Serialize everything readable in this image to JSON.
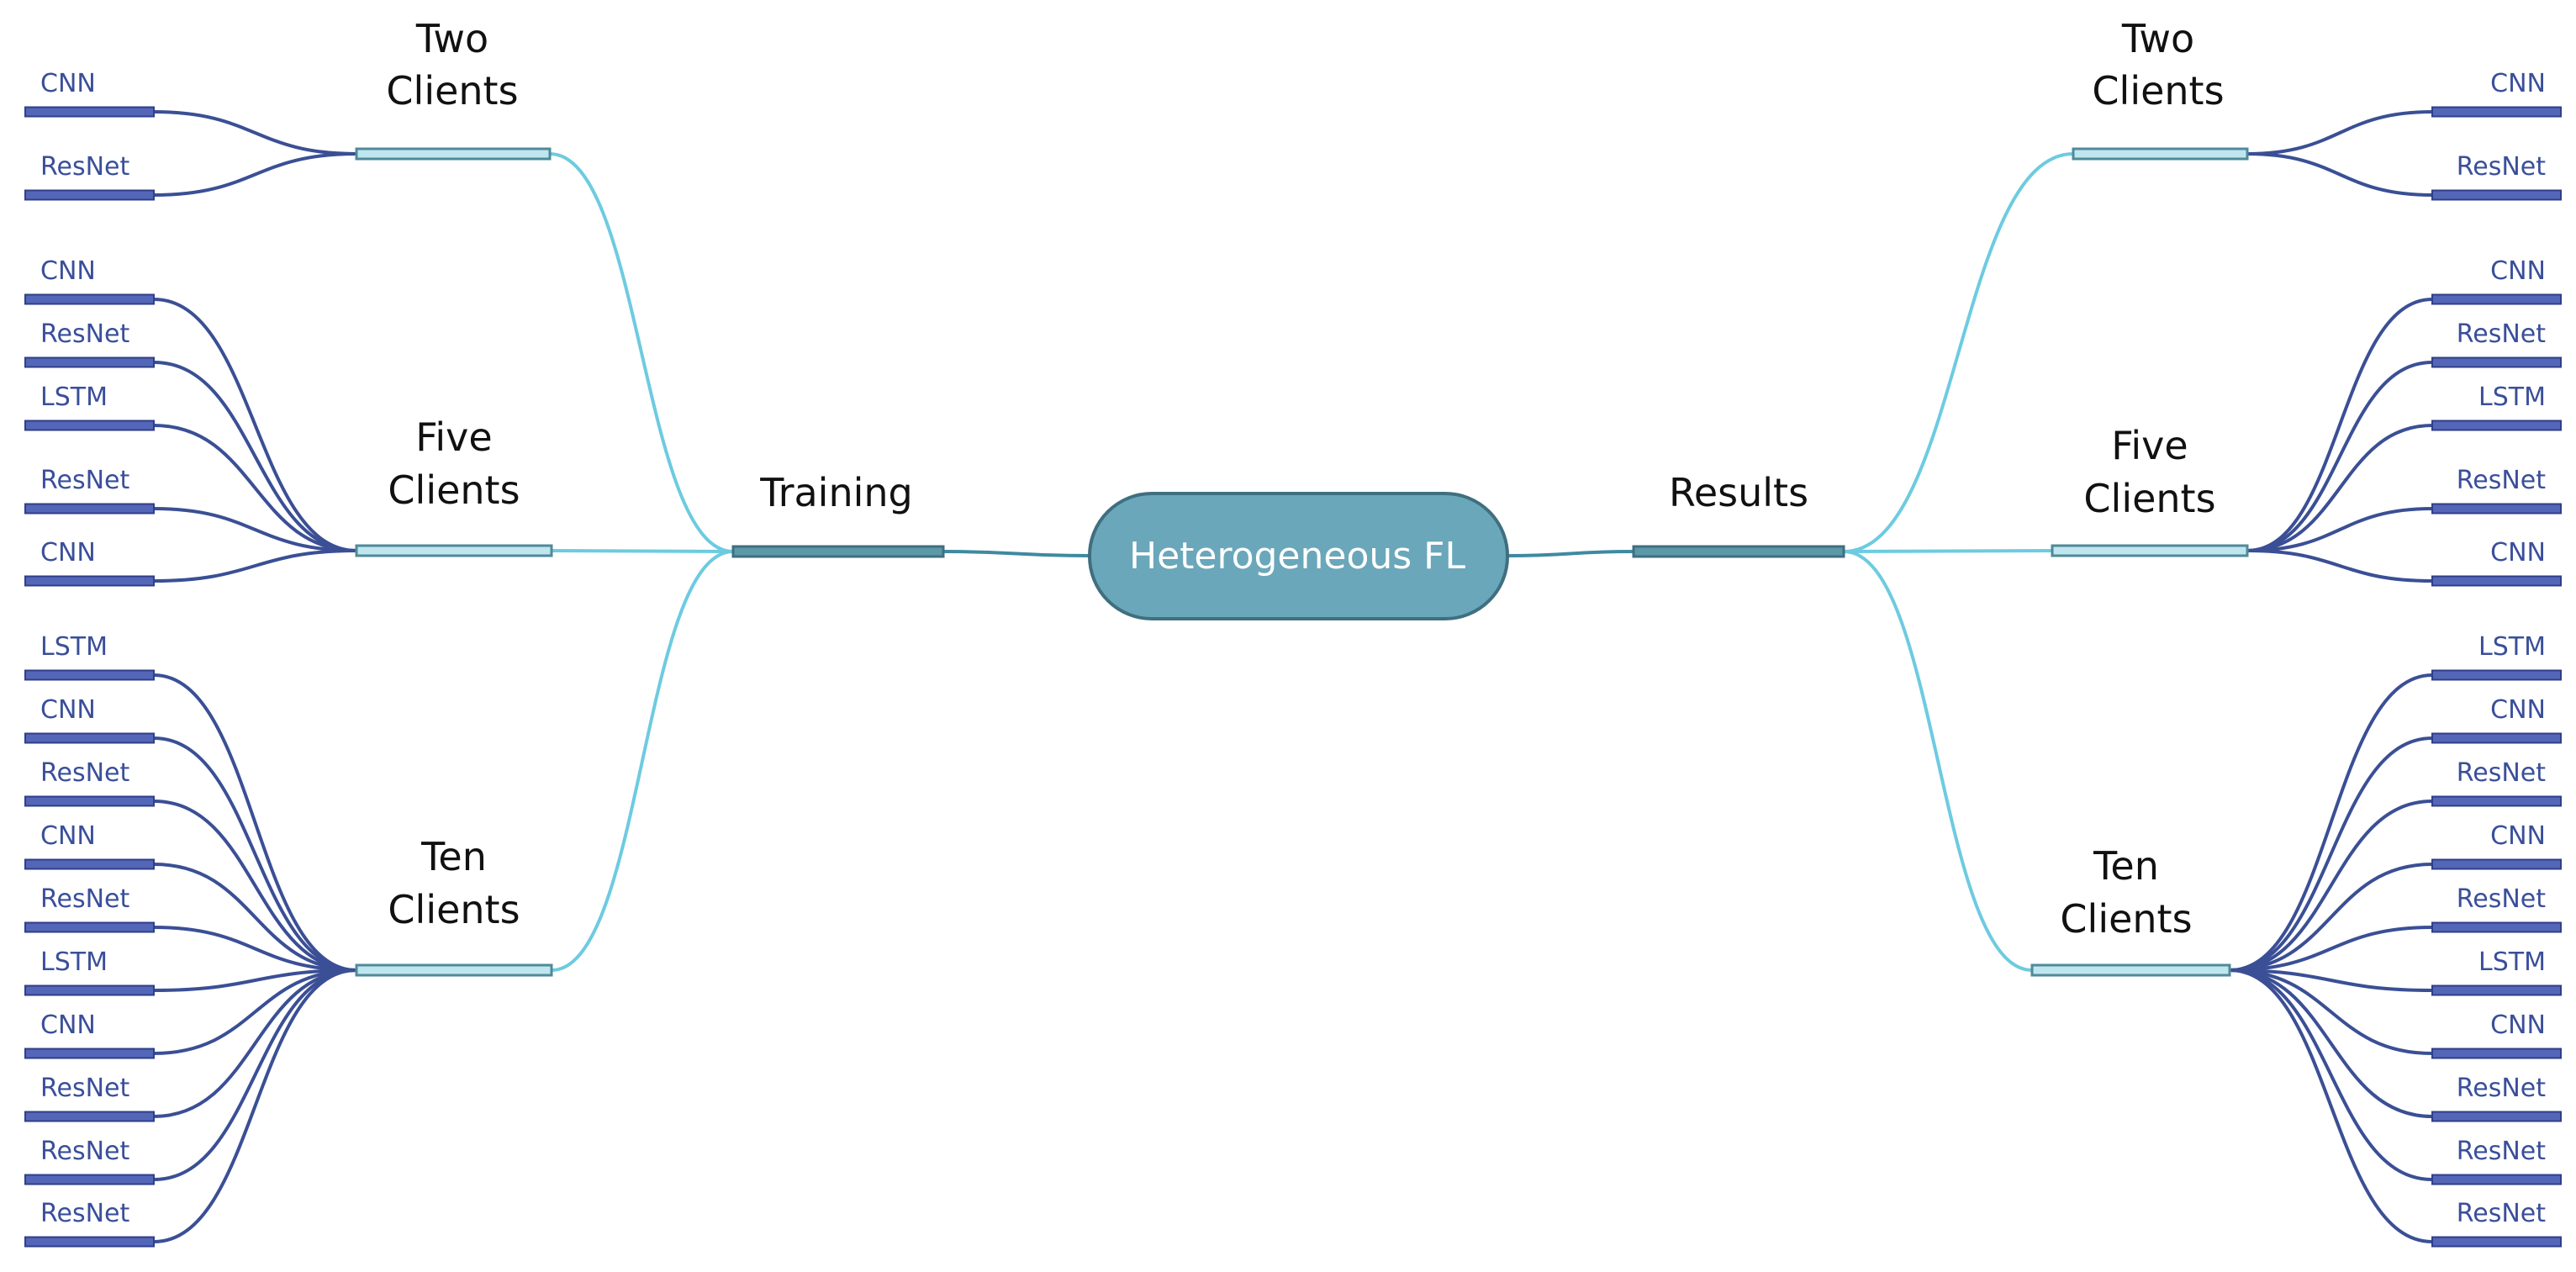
{
  "diagram": {
    "center": "Heterogeneous FL",
    "branches": [
      {
        "label": "Training",
        "groups": [
          {
            "label": [
              "Two",
              "Clients"
            ],
            "leaves": [
              "CNN",
              "ResNet"
            ]
          },
          {
            "label": [
              "Five",
              "Clients"
            ],
            "leaves": [
              "CNN",
              "ResNet",
              "LSTM",
              "ResNet",
              "CNN"
            ]
          },
          {
            "label": [
              "Ten",
              "Clients"
            ],
            "leaves": [
              "LSTM",
              "CNN",
              "ResNet",
              "CNN",
              "ResNet",
              "LSTM",
              "CNN",
              "ResNet",
              "ResNet",
              "ResNet"
            ]
          }
        ]
      },
      {
        "label": "Results",
        "groups": [
          {
            "label": [
              "Two",
              "Clients"
            ],
            "leaves": [
              "CNN",
              "ResNet"
            ]
          },
          {
            "label": [
              "Five",
              "Clients"
            ],
            "leaves": [
              "CNN",
              "ResNet",
              "LSTM",
              "ResNet",
              "CNN"
            ]
          },
          {
            "label": [
              "Ten",
              "Clients"
            ],
            "leaves": [
              "LSTM",
              "CNN",
              "ResNet",
              "CNN",
              "ResNet",
              "LSTM",
              "CNN",
              "ResNet",
              "ResNet",
              "ResNet"
            ]
          }
        ]
      }
    ]
  },
  "colors": {
    "center_fill": "#6aa7ba",
    "center_stroke": "#3f6f80",
    "branch_bar": "#5b98a8",
    "branch_link": "#3e8aa0",
    "group_link": "#6dcbe0",
    "group_bar_fill": "#bfe6ef",
    "group_bar_stroke": "#4f8a99",
    "leaf_link": "#3a4f95",
    "leaf_bar_fill": "#5466b8",
    "leaf_bar_stroke": "#2f3f88"
  }
}
